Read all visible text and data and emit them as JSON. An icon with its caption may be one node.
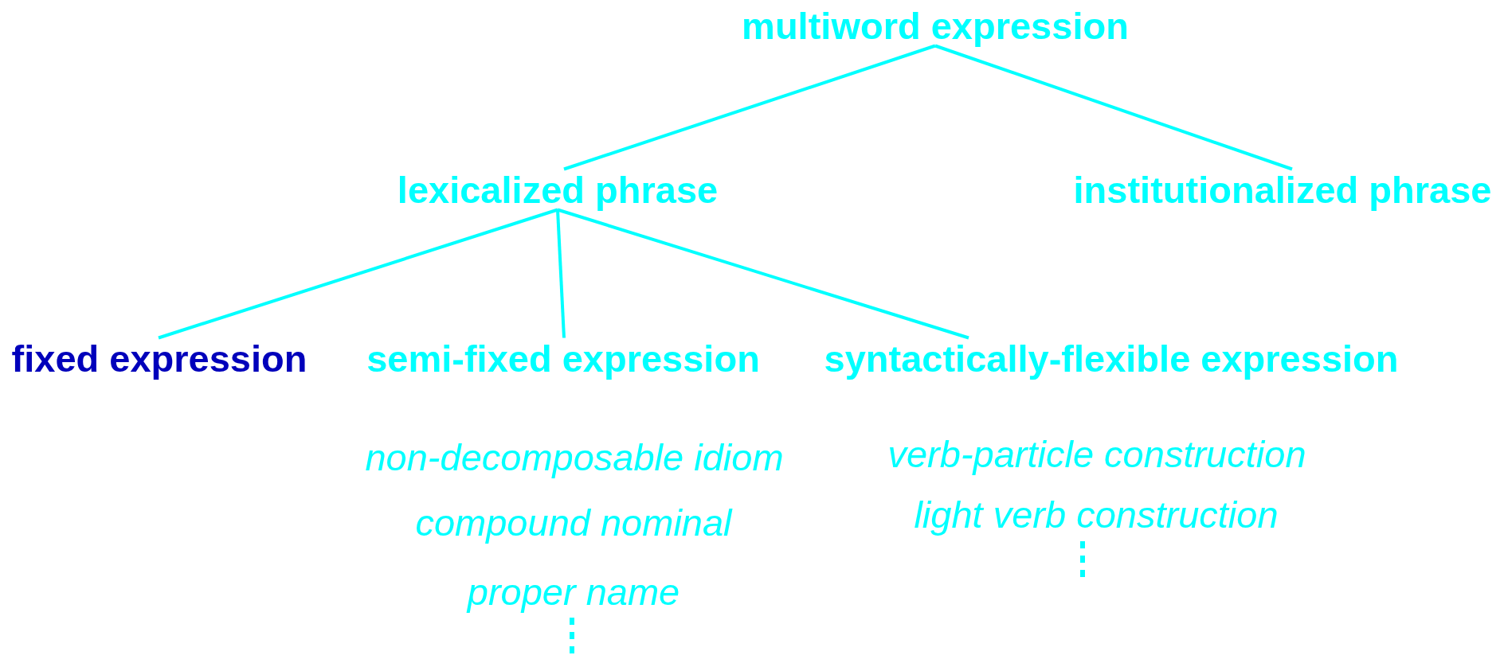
{
  "diagram": {
    "nodes": [
      {
        "text": [
          "multiword expression"
        ]
      },
      {
        "text": [
          "lexicalized phrase"
        ]
      },
      {
        "text": [
          "institutionalized phrase"
        ]
      },
      {
        "text": [
          "fixed expression"
        ]
      },
      {
        "text": [
          "semi-fixed expression"
        ]
      },
      {
        "text": [
          "syntactically-flexible expression"
        ]
      }
    ],
    "edges": [
      {
        "from": 0,
        "to": 1,
        "arrow": "none"
      },
      {
        "from": 0,
        "to": 2,
        "arrow": "none"
      },
      {
        "from": 1,
        "to": 3,
        "arrow": "none"
      },
      {
        "from": 1,
        "to": 4,
        "arrow": "none"
      },
      {
        "from": 1,
        "to": 5,
        "arrow": "none"
      }
    ],
    "labels": [
      "verb-particle construction",
      "non-decomposable idiom",
      "light verb construction",
      "compound nominal",
      "proper name"
    ]
  }
}
